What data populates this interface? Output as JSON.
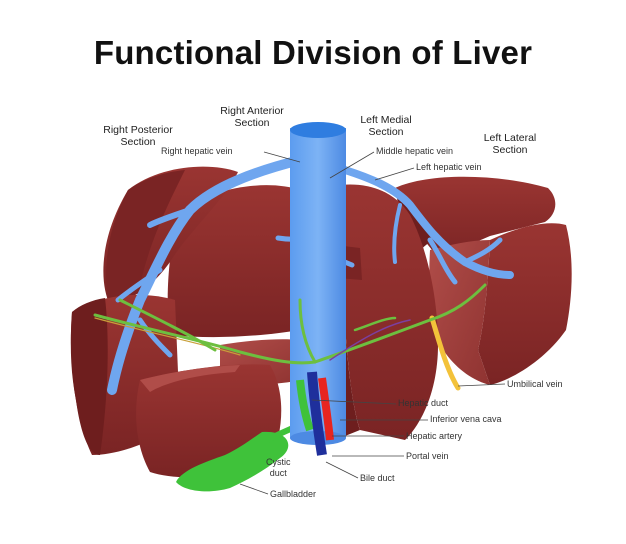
{
  "title": "Functional Division of Liver",
  "sections": {
    "right_posterior": [
      "Right Posterior",
      "Section"
    ],
    "right_anterior": [
      "Right Anterior",
      "Section"
    ],
    "left_medial": [
      "Left Medial",
      "Section"
    ],
    "left_lateral": [
      "Left Lateral",
      "Section"
    ]
  },
  "labels": {
    "right_hepatic_vein": "Right hepatic vein",
    "middle_hepatic_vein": "Middle hepatic vein",
    "left_hepatic_vein": "Left hepatic vein",
    "umbilical_vein": "Umbilical vein",
    "hepatic_duct": "Hepatic duct",
    "inferior_vena_cava": "Inferior vena cava",
    "hepatic_artery": "Hepatic artery",
    "portal_vein": "Portal vein",
    "bile_duct": "Bile duct",
    "cystic_duct": [
      "Cystic",
      "duct"
    ],
    "gallbladder": "Gallbladder"
  },
  "colors": {
    "liver": "#8c2c2a",
    "liver_dark": "#6e1e1e",
    "liver_cut": "#a64542",
    "vein": "#6fa6ef",
    "vena_cava_top": "#3f8ee8",
    "gallbladder": "#3fc23a",
    "artery": "#e8251f",
    "portal": "#1f2f9c",
    "umbilical": "#f3c23a"
  }
}
